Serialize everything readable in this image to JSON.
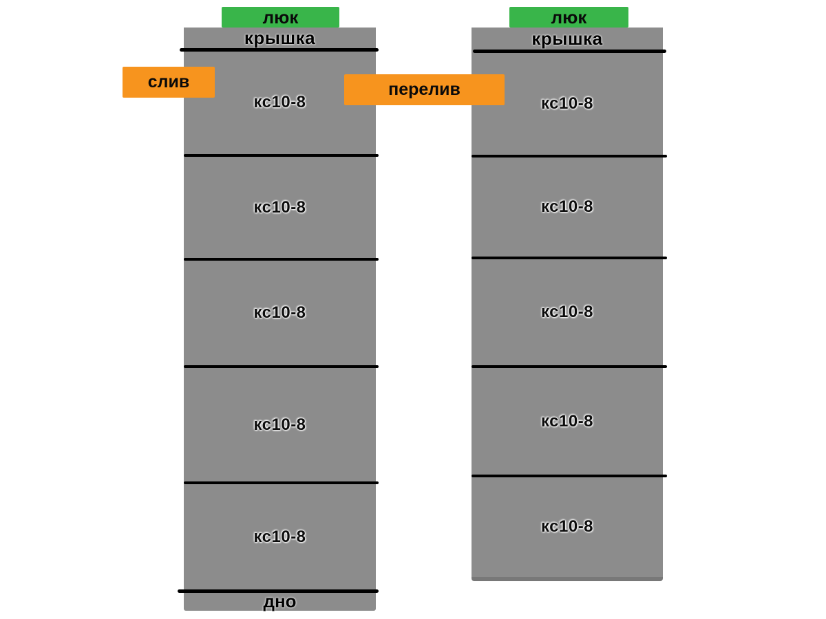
{
  "colors": {
    "background": "#ffffff",
    "ring_gray": "#8c8c8c",
    "hatch_green": "#39b54a",
    "pipe_orange": "#f7941e",
    "line_black": "#000000"
  },
  "left_tank": {
    "hatch_label": "люк",
    "cover_label": "крышка",
    "rings": [
      {
        "label": "кс10-8"
      },
      {
        "label": "кс10-8"
      },
      {
        "label": "кс10-8"
      },
      {
        "label": "кс10-8"
      },
      {
        "label": "кс10-8"
      }
    ],
    "bottom_label": "дно"
  },
  "right_tank": {
    "hatch_label": "люк",
    "cover_label": "крышка",
    "rings": [
      {
        "label": "кс10-8"
      },
      {
        "label": "кс10-8"
      },
      {
        "label": "кс10-8"
      },
      {
        "label": "кс10-8"
      },
      {
        "label": "кс10-8"
      }
    ]
  },
  "connections": {
    "drain_label": "слив",
    "overflow_label": "перелив"
  }
}
